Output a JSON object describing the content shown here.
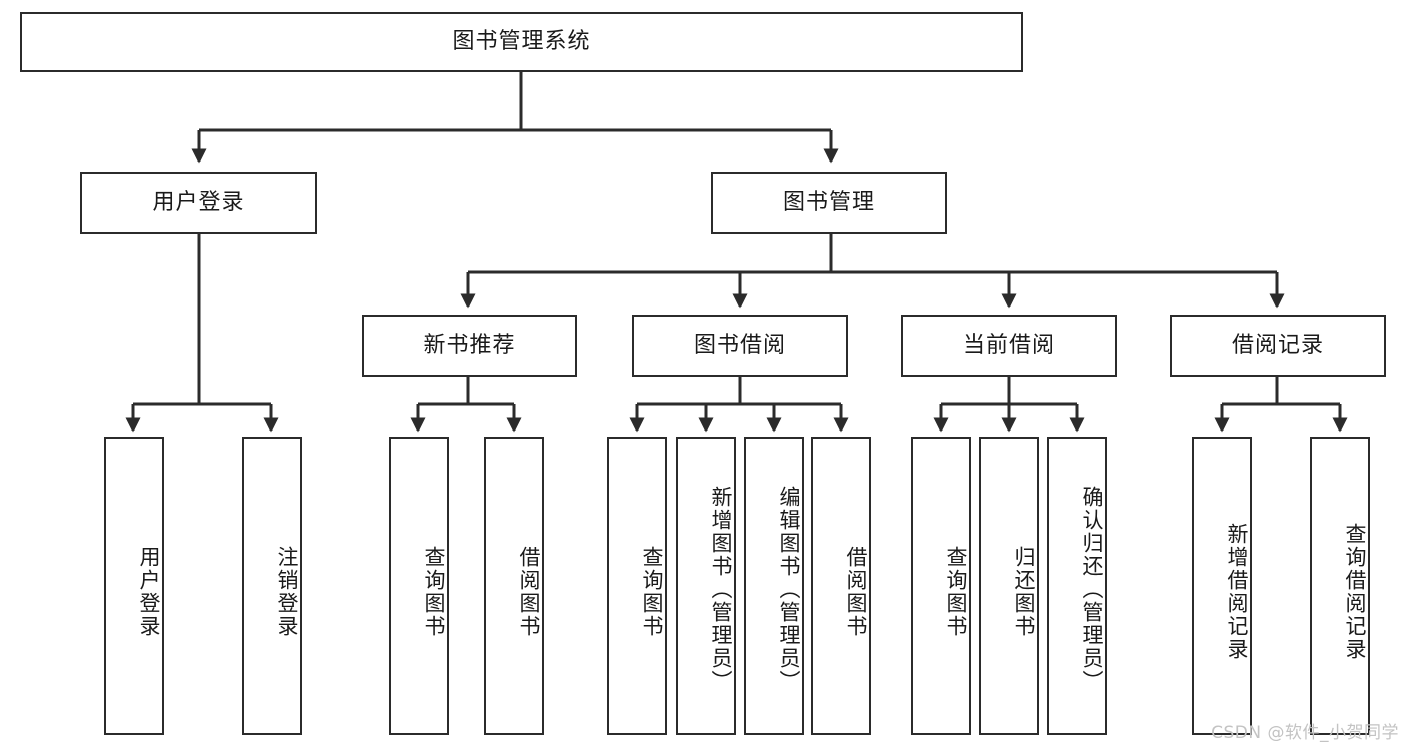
{
  "diagram": {
    "title": "图书管理系统",
    "type": "tree-hierarchy",
    "root": {
      "label": "图书管理系统"
    },
    "level2": [
      {
        "label": "用户登录"
      },
      {
        "label": "图书管理"
      }
    ],
    "level3": [
      {
        "label": "新书推荐"
      },
      {
        "label": "图书借阅"
      },
      {
        "label": "当前借阅"
      },
      {
        "label": "借阅记录"
      }
    ],
    "leaves": {
      "user_login": [
        {
          "label": "用户登录"
        },
        {
          "label": "注销登录"
        }
      ],
      "new_book_recommend": [
        {
          "label": "查询图书"
        },
        {
          "label": "借阅图书"
        }
      ],
      "book_borrow": [
        {
          "label": "查询图书"
        },
        {
          "label": "新增图书（管理员）"
        },
        {
          "label": "编辑图书（管理员）"
        },
        {
          "label": "借阅图书"
        }
      ],
      "current_borrow": [
        {
          "label": "查询图书"
        },
        {
          "label": "归还图书"
        },
        {
          "label": "确认归还（管理员）"
        }
      ],
      "borrow_record": [
        {
          "label": "新增借阅记录"
        },
        {
          "label": "查询借阅记录"
        }
      ]
    }
  },
  "watermark": {
    "text": "CSDN @软件_小贺同学"
  },
  "colors": {
    "stroke": "#2b2b2b",
    "background": "#ffffff",
    "text": "#1a1a1a",
    "watermark": "#c3c3c3"
  }
}
